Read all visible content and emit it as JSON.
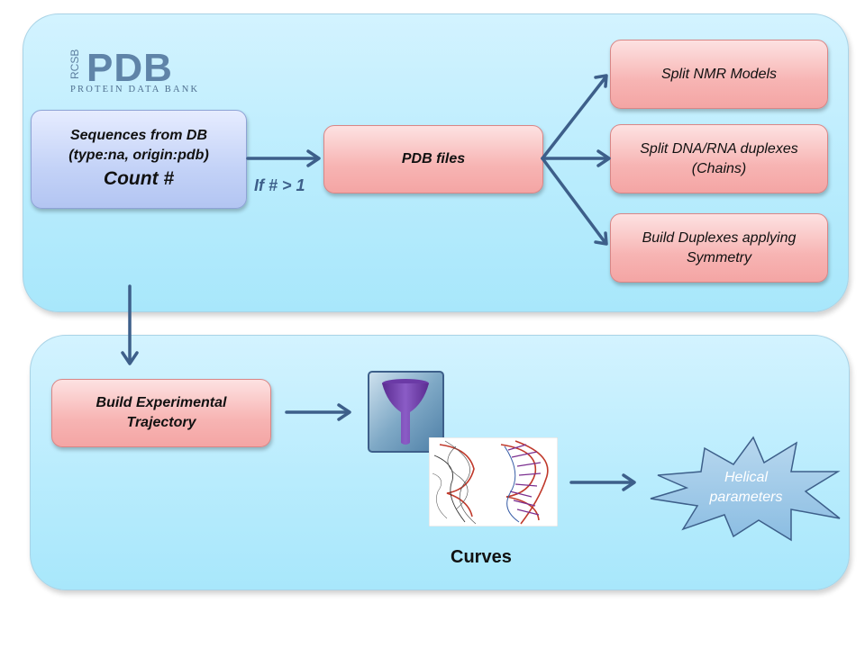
{
  "logo": {
    "text": "PDB",
    "sub": "PROTEIN DATA BANK",
    "prefix": "RCSB"
  },
  "nodes": {
    "sequences": {
      "line1": "Sequences from DB",
      "line2": "(type:na, origin:pdb)",
      "line3": "Count #"
    },
    "pdb_files": "PDB files",
    "split_nmr": "Split NMR Models",
    "split_duplex": {
      "line1": "Split DNA/RNA duplexes",
      "line2": "(Chains)"
    },
    "build_duplex": {
      "line1": "Build Duplexes applying",
      "line2": "Symmetry"
    },
    "trajectory": {
      "line1": "Build Experimental",
      "line2": "Trajectory"
    },
    "helical": {
      "line1": "Helical",
      "line2": "parameters"
    }
  },
  "edge_labels": {
    "condition": "If # > 1"
  },
  "captions": {
    "curves": "Curves"
  },
  "colors": {
    "arrow": "#3d5f8a",
    "pink_box": "#f7b4b3",
    "blue_box": "#c3d2f7",
    "panel": "#b9ecfd",
    "star": "#9cc7e6"
  }
}
